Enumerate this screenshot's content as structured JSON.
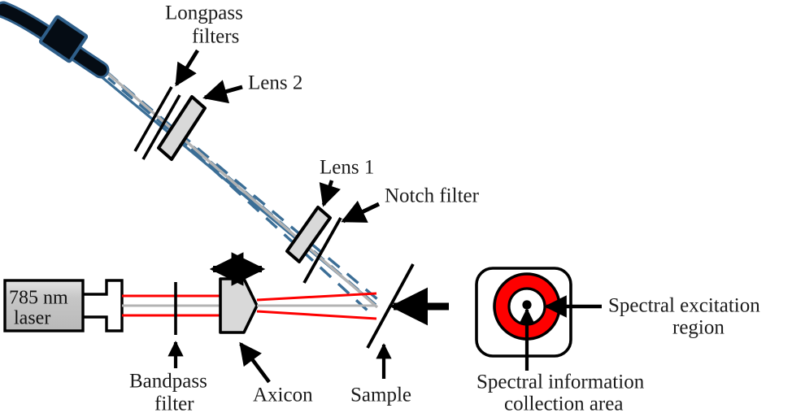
{
  "figure": {
    "type": "optical-setup-diagram",
    "title": "Raman spectroscopy probe optical layout",
    "background_color": "#ffffff"
  },
  "colors": {
    "laser_beam_red": "#fe0000",
    "collection_beam_blue": "#3b6e96",
    "optical_axis_gray": "#b3b3b3",
    "optic_glass_fill": "#d9d9d9",
    "laser_box_fill": "#c9c9c9",
    "excitation_red": "#fe0000",
    "outline_black": "#000000",
    "text_black": "#1a1a1a"
  },
  "components": {
    "laser": {
      "label_line1": "785 nm",
      "label_line2": "laser",
      "name": "785-nm-laser-source"
    },
    "fiber_coupler": {
      "name": "fiber-coupler"
    },
    "bandpass_filter": {
      "label_line1": "Bandpass",
      "label_line2": "filter",
      "name": "bandpass-filter"
    },
    "axicon": {
      "label": "Axicon",
      "name": "axicon-lens",
      "translation_indicator": "double-headed-horizontal-arrow"
    },
    "sample": {
      "label": "Sample",
      "name": "sample-plane"
    },
    "notch_filter": {
      "label": "Notch filter",
      "name": "notch-filter"
    },
    "lens1": {
      "label": "Lens 1",
      "name": "lens-1"
    },
    "lens2": {
      "label": "Lens 2",
      "name": "lens-2"
    },
    "longpass_filters": {
      "label_line1": "Longpass",
      "label_line2": "filters",
      "name": "longpass-filters",
      "count": 2
    },
    "collection_fiber": {
      "name": "collection-fiber-optic-cable"
    }
  },
  "inset": {
    "name": "sample-face-inset",
    "spectral_excitation": {
      "label_line1": "Spectral excitation",
      "label_line2": "region",
      "name": "spectral-excitation-region"
    },
    "spectral_collection": {
      "label_line1": "Spectral information",
      "label_line2": "collection area",
      "name": "spectral-information-collection-area"
    }
  },
  "beams": {
    "excitation": {
      "name": "excitation-beam",
      "color": "#fe0000",
      "style": "solid"
    },
    "collection": {
      "name": "collection-beam",
      "color": "#3b6e96",
      "style": "dashed"
    },
    "axis": {
      "name": "optical-axis",
      "color": "#b3b3b3",
      "style": "solid"
    }
  }
}
